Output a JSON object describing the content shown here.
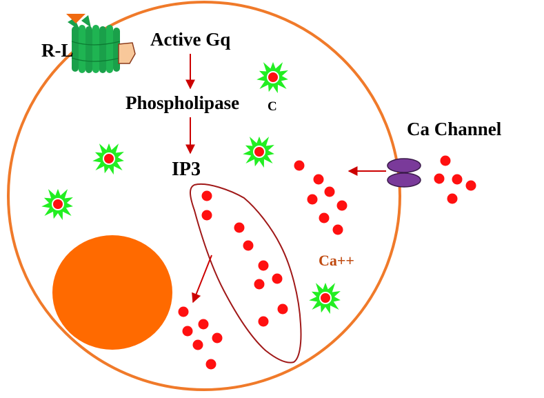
{
  "labels": {
    "receptor": "R-L",
    "active_gq": "Active Gq",
    "phospholipase": "Phospholipase",
    "phospholipase_suffix": "C",
    "ip3": "IP3",
    "ca_channel": "Ca Channel",
    "ca_ion": "Ca++"
  },
  "colors": {
    "membrane": "#f07a2a",
    "nucleus": "#ff6a00",
    "arrow": "#cc0000",
    "calcium": "#ff1010",
    "er_outline": "#a01818",
    "starburst": "#22ee22",
    "receptor": "#1aa04a",
    "ligand": "#f06a10",
    "channel": "#7a3a9a",
    "ca_label": "#c04a10"
  }
}
